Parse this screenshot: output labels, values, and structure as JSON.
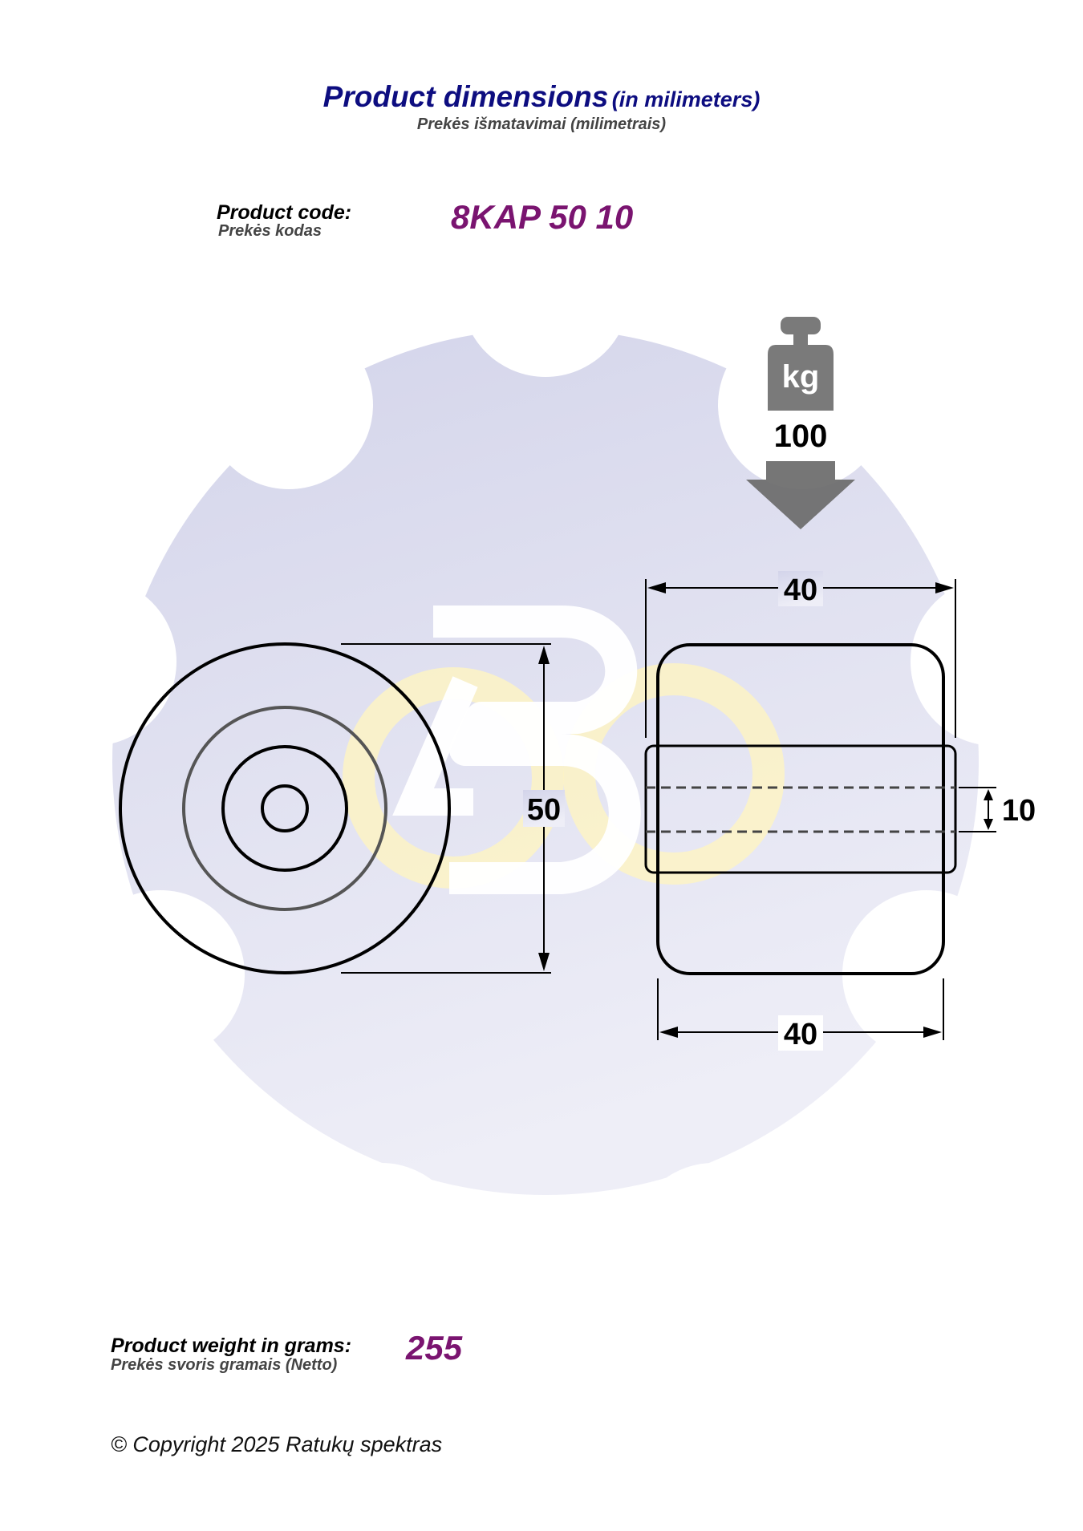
{
  "header": {
    "title": "Product dimensions",
    "title_unit": "(in milimeters)",
    "subtitle": "Prekės išmatavimai (milimetrais)"
  },
  "product_code": {
    "label": "Product code:",
    "sublabel": "Prekės kodas",
    "value": "8KAP 50 10"
  },
  "load": {
    "icon_text": "kg",
    "value": "100"
  },
  "dimensions": {
    "diameter": "50",
    "width_top": "40",
    "width_bottom": "40",
    "bore": "10"
  },
  "weight": {
    "label": "Product weight in grams:",
    "sublabel": "Prekės svoris gramais (Netto)",
    "value": "255"
  },
  "footer": {
    "copyright": "© Copyright 2025 Ratukų spektras"
  },
  "colors": {
    "title": "#0d0d80",
    "value": "#7a1470",
    "watermark": "#d7d8ec",
    "logo_ring": "#fdf3c4"
  },
  "icons": [
    "weight-icon",
    "down-arrow-icon",
    "gear-watermark",
    "logo-watermark"
  ]
}
